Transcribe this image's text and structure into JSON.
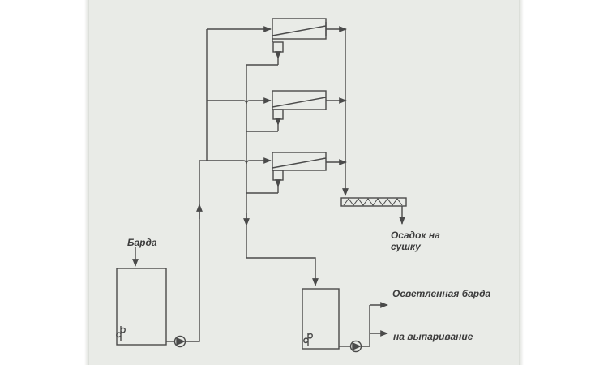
{
  "diagram": {
    "labels": {
      "barda": "Барда",
      "sludge_line1": "Осадок на",
      "sludge_line2": "сушку",
      "clarified": "Осветленная барда",
      "evaporation": "на выпаривание"
    },
    "colors": {
      "paper": "#e9ebe7",
      "line": "#4a4a4a",
      "text": "#3c3c3c"
    }
  }
}
